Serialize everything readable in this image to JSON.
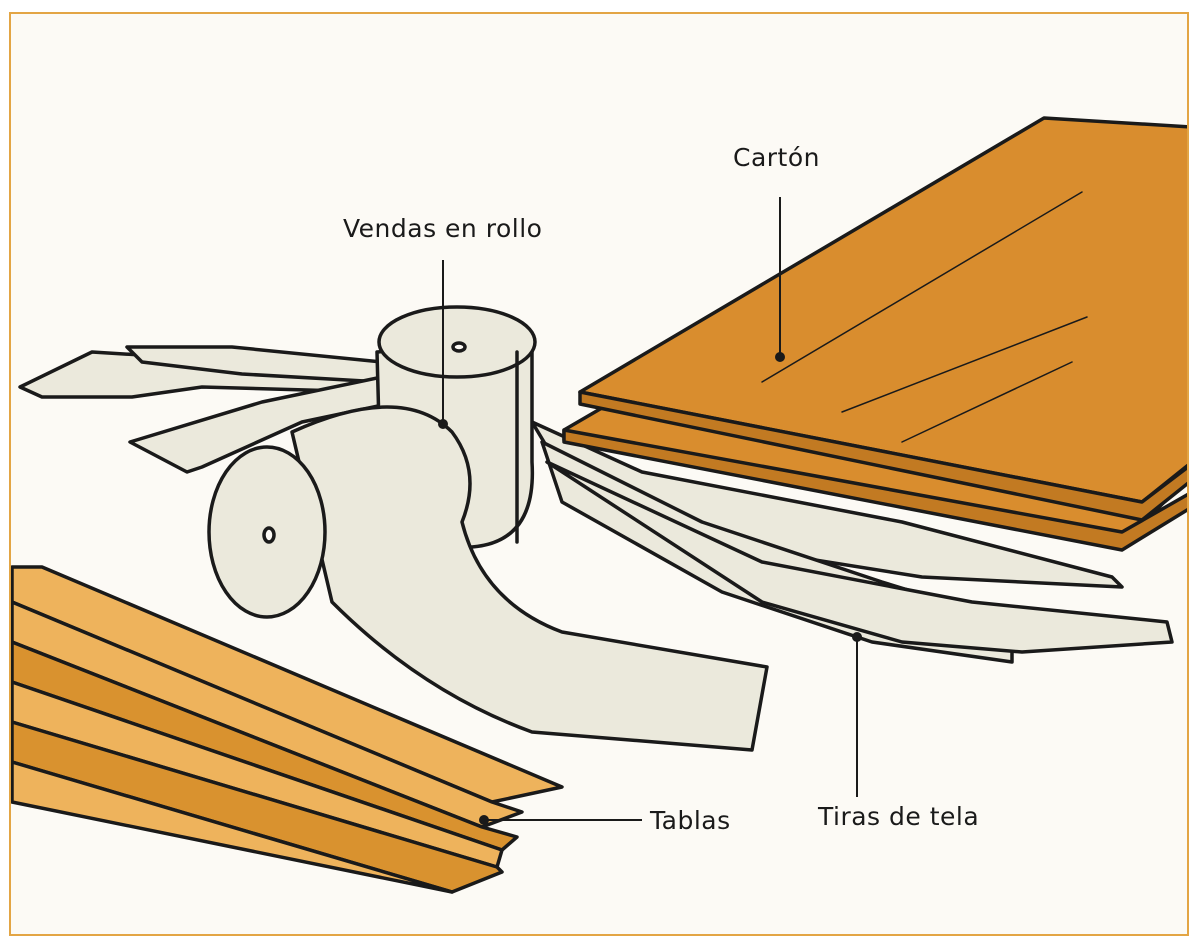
{
  "labels": {
    "carton": "Cartón",
    "vendas": "Vendas en rollo",
    "tablas": "Tablas",
    "tiras": "Tiras de tela"
  },
  "colors": {
    "frame": "#e3a544",
    "background": "#fcfaf5",
    "cardboard": "#d98d2e",
    "wood": "#eeb35c",
    "wood_dark": "#d9922f",
    "cloth": "#ebe9dc",
    "outline": "#1a1a1a"
  }
}
